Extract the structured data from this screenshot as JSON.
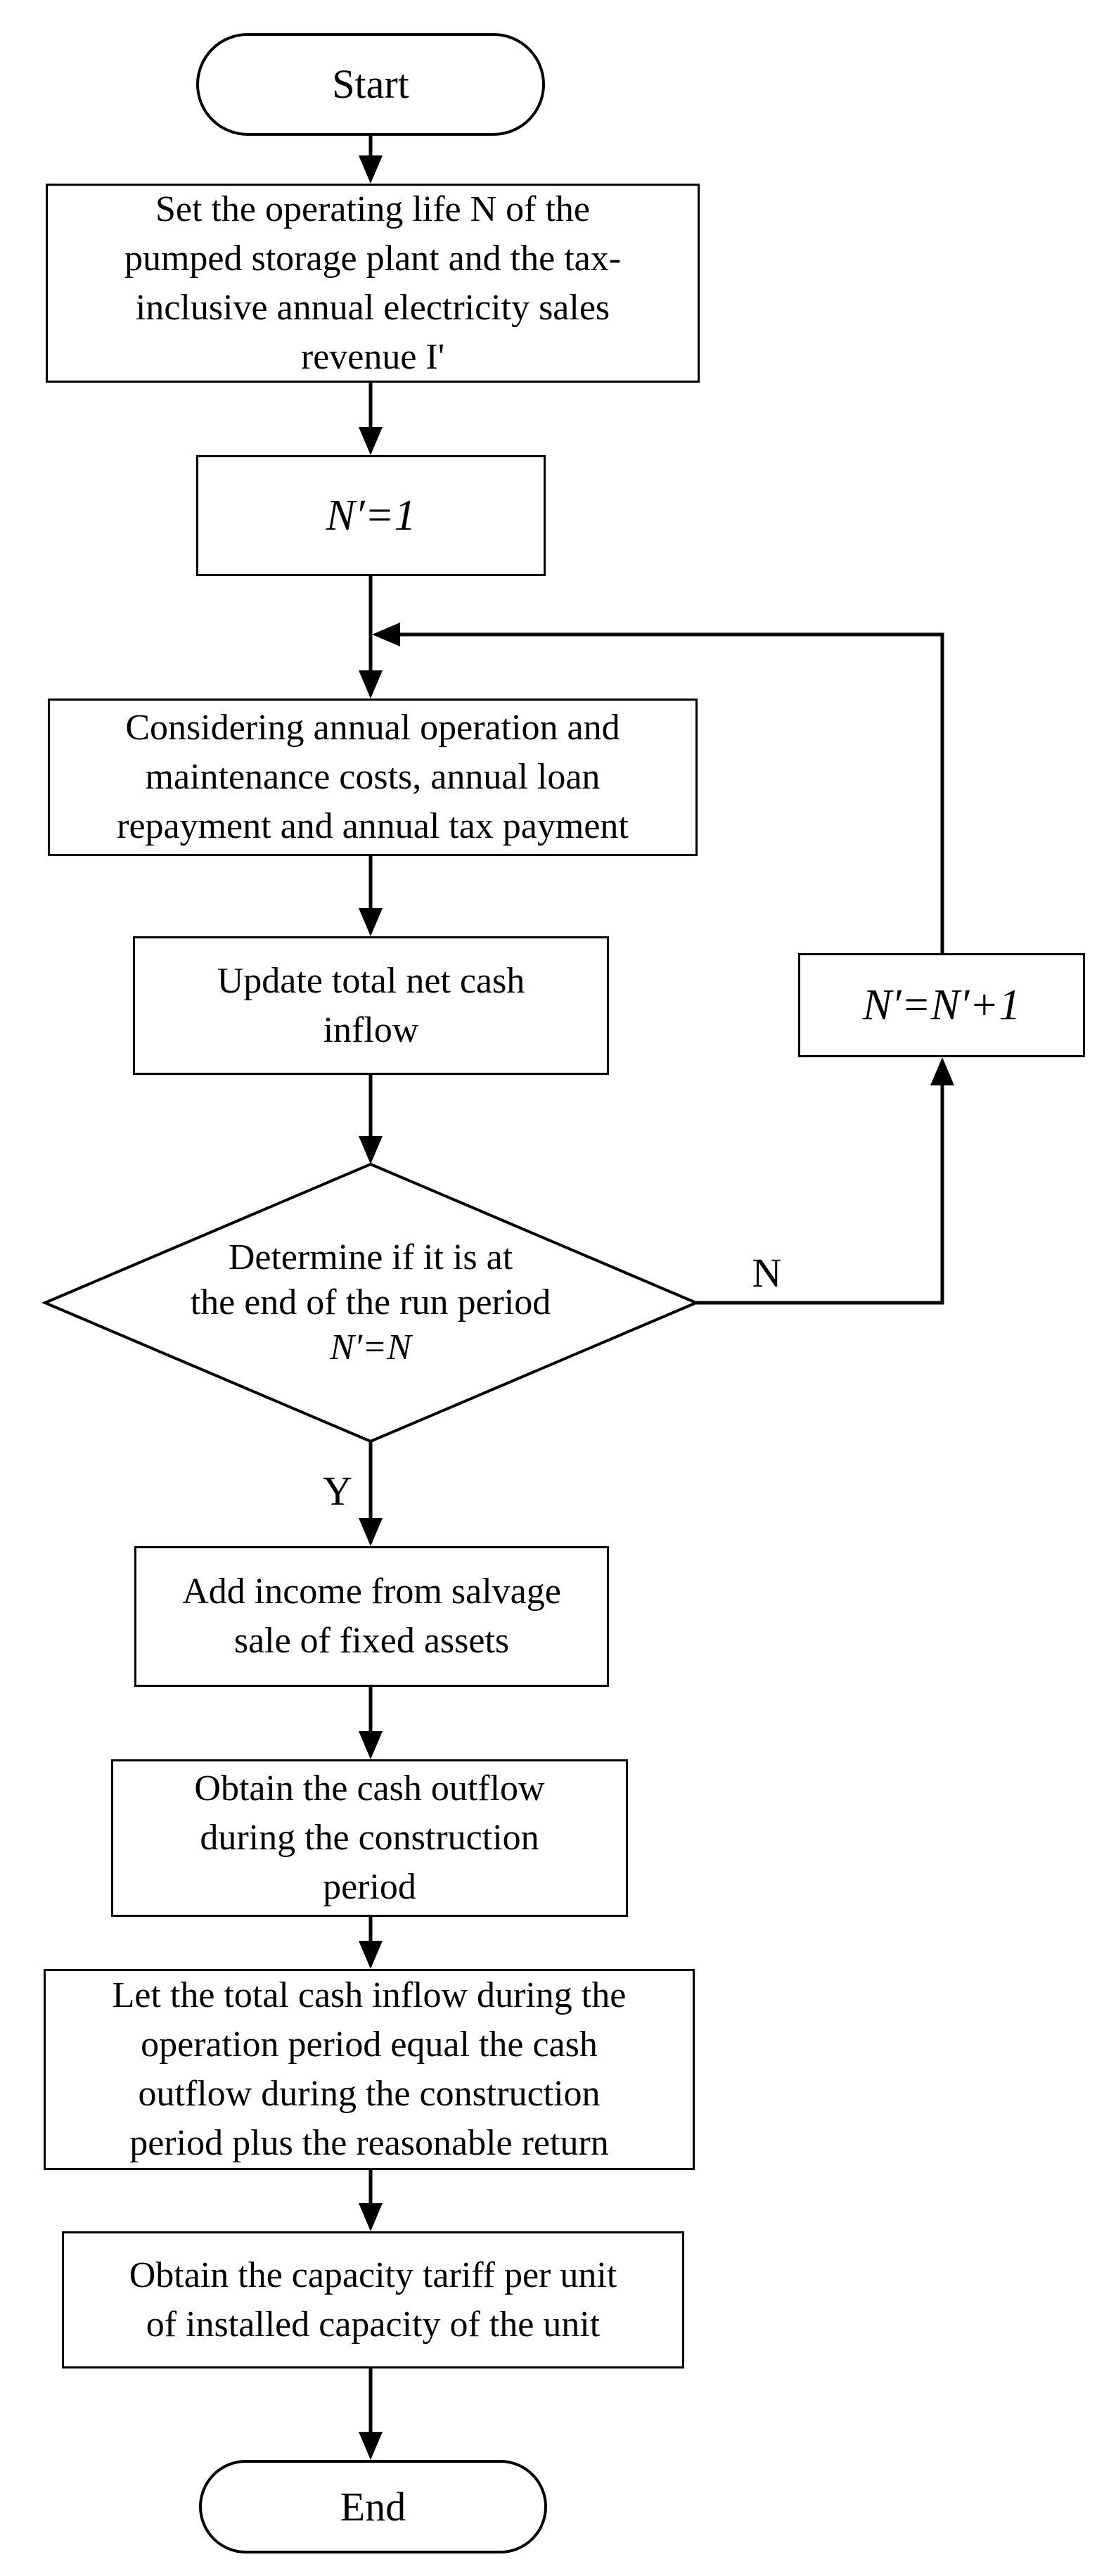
{
  "diagram": {
    "type": "flowchart",
    "background_color": "#ffffff",
    "stroke_color": "#000000"
  },
  "nodes": {
    "start": {
      "shape": "terminator",
      "label": "Start"
    },
    "set_params": {
      "shape": "process",
      "lines": [
        "Set the operating life N of the",
        "pumped storage plant and the tax-",
        "inclusive annual electricity sales",
        "revenue I'"
      ]
    },
    "n_init": {
      "shape": "process",
      "label": "N′=1"
    },
    "considering": {
      "shape": "process",
      "lines": [
        "Considering annual operation and",
        "maintenance costs, annual loan",
        "repayment and annual tax payment"
      ]
    },
    "update_inflow": {
      "shape": "process",
      "lines": [
        "Update total net cash",
        "inflow"
      ]
    },
    "decision": {
      "shape": "decision",
      "lines": [
        "Determine if it is at",
        "the end of the run period"
      ],
      "formula": "N′=N"
    },
    "n_increment": {
      "shape": "process",
      "label": "N′=N′+1"
    },
    "salvage": {
      "shape": "process",
      "lines": [
        "Add income from salvage",
        "sale of fixed assets"
      ]
    },
    "cash_outflow": {
      "shape": "process",
      "lines": [
        "Obtain the cash outflow",
        "during the construction",
        "period"
      ]
    },
    "let_equal": {
      "shape": "process",
      "lines": [
        "Let the total cash inflow during the",
        "operation period equal the cash",
        "outflow during the construction",
        "period plus the reasonable return"
      ]
    },
    "tariff": {
      "shape": "process",
      "lines": [
        "Obtain the capacity tariff per unit",
        "of installed capacity of the unit"
      ]
    },
    "end": {
      "shape": "terminator",
      "label": "End"
    }
  },
  "edges": {
    "yes_label": "Y",
    "no_label": "N"
  }
}
